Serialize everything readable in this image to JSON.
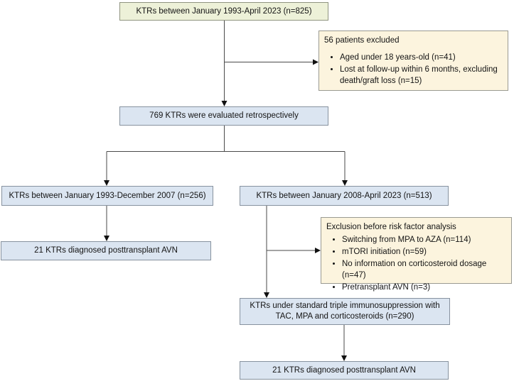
{
  "figure": {
    "type": "patient-flow-diagram",
    "background": "#ffffff",
    "colors": {
      "start_box_fill": "#edf1d8",
      "exclusion_note_fill": "#fcf4de",
      "process_box_fill": "#dbe5f1",
      "box_border": "#8c8c8c",
      "connector_line": "#4a4a4a",
      "arrowhead": "#111111"
    },
    "boxes": {
      "total": "KTRs between January 1993-April 2023 (n=825)",
      "evaluated": "769 KTRs were evaluated retrospectively",
      "era1": "KTRs between January 1993-December 2007 (n=256)",
      "era2": "KTRs between January 2008-April 2023 (n=513)",
      "era1_avn": "21 KTRs diagnosed posttransplant AVN",
      "triple": "KTRs under standard triple immunosuppression with TAC, MPA and corticosteroids (n=290)",
      "era2_avn": "21 KTRs diagnosed posttransplant AVN"
    },
    "excluded_note": {
      "title": "56 patients excluded",
      "items": [
        "Aged under 18 years-old (n=41)",
        "Lost at follow-up within 6 months, excluding death/graft loss (n=15)"
      ]
    },
    "risk_exclusion_note": {
      "title": "Exclusion before risk factor analysis",
      "items": [
        "Switching from MPA to AZA (n=114)",
        "mTORI initiation (n=59)",
        "No information on corticosteroid dosage (n=47)",
        "Pretransplant AVN (n=3)"
      ]
    }
  }
}
